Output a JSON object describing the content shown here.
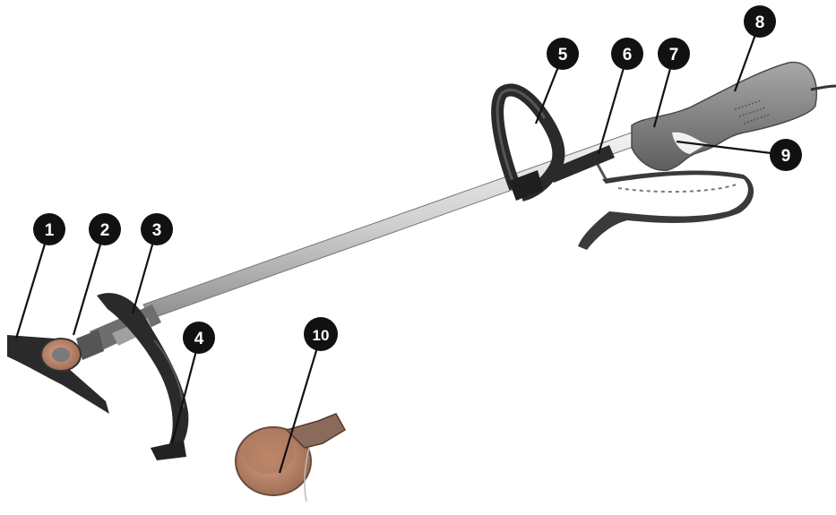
{
  "callouts": [
    {
      "id": "1",
      "label": "1"
    },
    {
      "id": "2",
      "label": "2"
    },
    {
      "id": "3",
      "label": "3"
    },
    {
      "id": "4",
      "label": "4"
    },
    {
      "id": "5",
      "label": "5"
    },
    {
      "id": "6",
      "label": "6"
    },
    {
      "id": "7",
      "label": "7"
    },
    {
      "id": "8",
      "label": "8"
    },
    {
      "id": "9",
      "label": "9"
    },
    {
      "id": "10",
      "label": "10"
    }
  ],
  "colors": {
    "badge": "#111111",
    "body_gray": "#8a8a8a",
    "dark_part": "#2a2a2a",
    "shaft": "#d9d9d9",
    "spool_orange": "#c98a6a"
  }
}
